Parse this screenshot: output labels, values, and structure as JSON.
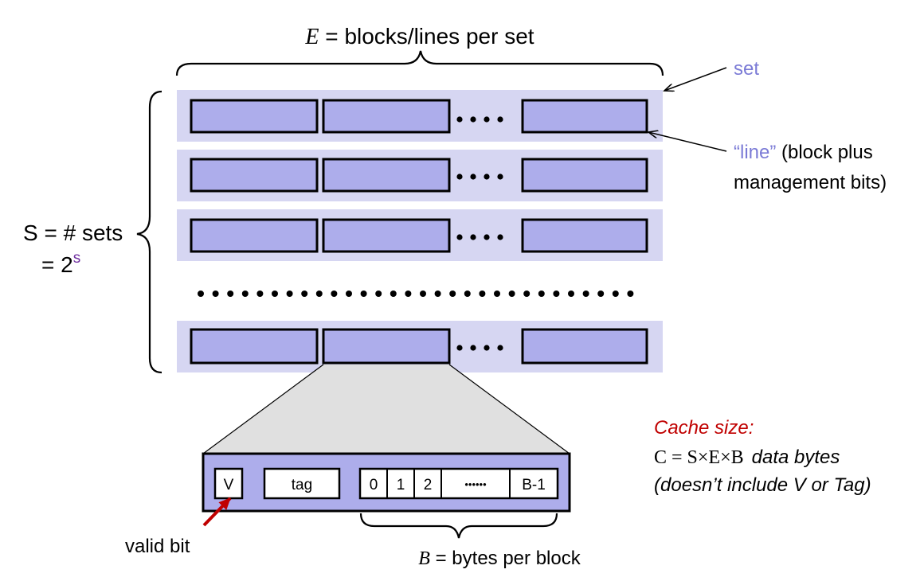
{
  "top_label": {
    "var": "E",
    "text": " = blocks/lines per set"
  },
  "set_label": "set",
  "line_label": {
    "quoted": "“line”",
    "rest1": " (block plus",
    "rest2": "management bits)"
  },
  "sets_label": {
    "line1": "S = # sets",
    "line2_prefix": "= 2",
    "line2_exp": "s"
  },
  "line_fields": {
    "valid": "V",
    "tag": "tag",
    "bytes": [
      "0",
      "1",
      "2",
      "••••••",
      "B-1"
    ]
  },
  "valid_bit_label": "valid bit",
  "bytes_label": {
    "var": "B",
    "text": " = bytes per block"
  },
  "cache_size": {
    "title": "Cache size:",
    "formula": "C = S×E×B",
    "formula_note": "data bytes",
    "note": "(doesn’t include V or Tag)"
  },
  "colors": {
    "set_bg": "#d6d6f2",
    "block_fill": "#adadeb",
    "zoom_fill": "#e0e0e0",
    "accent_text": "#7b7bd6",
    "red": "#c00000",
    "purple": "#7030a0"
  }
}
